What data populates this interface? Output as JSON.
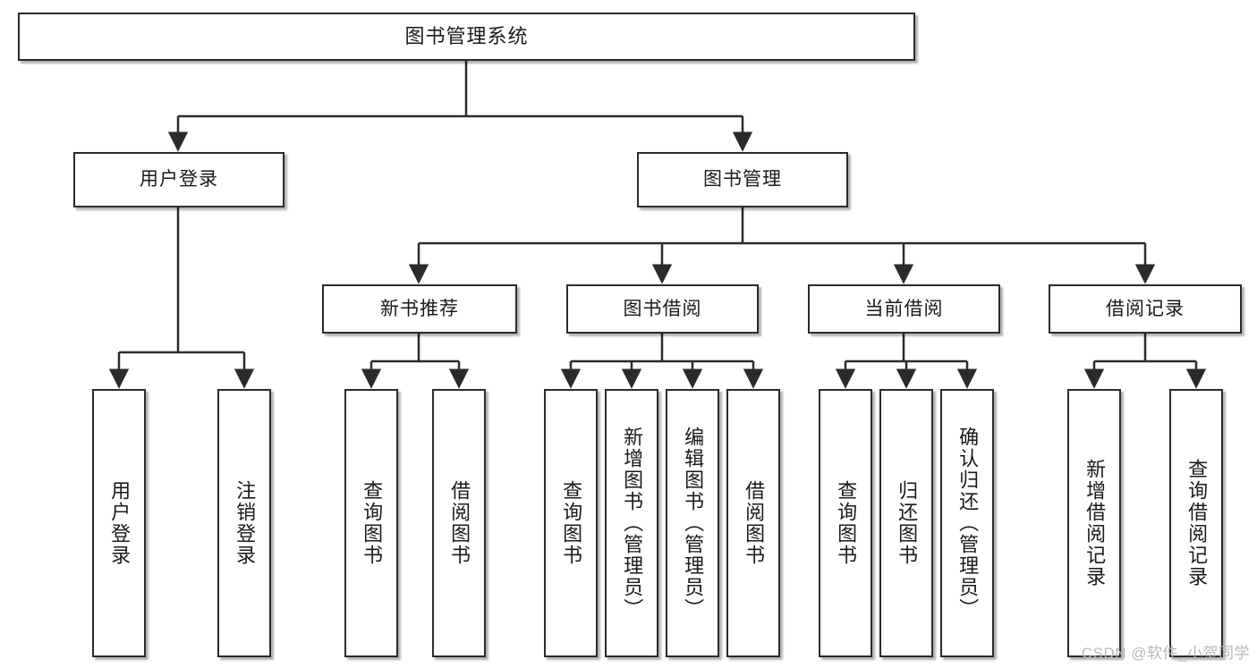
{
  "diagram": {
    "type": "tree-hierarchy-flowchart",
    "title": "图书管理系统",
    "root": {
      "id": "root",
      "label": "图书管理系统"
    },
    "level2": [
      {
        "id": "user-login",
        "label": "用户登录"
      },
      {
        "id": "book-manage",
        "label": "图书管理"
      }
    ],
    "level3": [
      {
        "id": "new-book-rec",
        "label": "新书推荐",
        "parent": "book-manage"
      },
      {
        "id": "book-borrow",
        "label": "图书借阅",
        "parent": "book-manage"
      },
      {
        "id": "current-borrow",
        "label": "当前借阅",
        "parent": "book-manage"
      },
      {
        "id": "borrow-record",
        "label": "借阅记录",
        "parent": "book-manage"
      }
    ],
    "leaves": {
      "user-login": [
        {
          "id": "leaf-user-login",
          "label": "用户登录"
        },
        {
          "id": "leaf-user-logout",
          "label": "注销登录"
        }
      ],
      "new-book-rec": [
        {
          "id": "leaf-query-book-1",
          "label": "查询图书"
        },
        {
          "id": "leaf-borrow-book-1",
          "label": "借阅图书"
        }
      ],
      "book-borrow": [
        {
          "id": "leaf-query-book-2",
          "label": "查询图书"
        },
        {
          "id": "leaf-add-book",
          "label": "新增图书（管理员）"
        },
        {
          "id": "leaf-edit-book",
          "label": "编辑图书（管理员）"
        },
        {
          "id": "leaf-borrow-book-2",
          "label": "借阅图书"
        }
      ],
      "current-borrow": [
        {
          "id": "leaf-query-book-3",
          "label": "查询图书"
        },
        {
          "id": "leaf-return-book",
          "label": "归还图书"
        },
        {
          "id": "leaf-confirm-return",
          "label": "确认归还（管理员）"
        }
      ],
      "borrow-record": [
        {
          "id": "leaf-add-record",
          "label": "新增借阅记录"
        },
        {
          "id": "leaf-query-record",
          "label": "查询借阅记录"
        }
      ]
    },
    "colors": {
      "stroke": "#2b2b2b",
      "fill": "#ffffff",
      "text": "#1a1a1a",
      "watermark": "#b8b8b8"
    }
  },
  "watermark": {
    "text": "CSDN @软件_小贺同学"
  }
}
